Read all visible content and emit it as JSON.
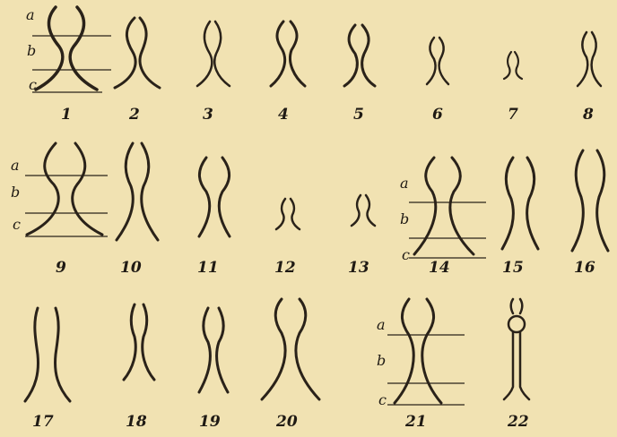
{
  "plate": {
    "background": "#f1e2b2",
    "ink": "#2a2219"
  },
  "figures": [
    {
      "number": "1",
      "letters": [
        "a",
        "b",
        "c"
      ]
    },
    {
      "number": "2"
    },
    {
      "number": "3"
    },
    {
      "number": "4"
    },
    {
      "number": "5"
    },
    {
      "number": "6"
    },
    {
      "number": "7"
    },
    {
      "number": "8"
    },
    {
      "number": "9",
      "letters": [
        "a",
        "b",
        "c"
      ]
    },
    {
      "number": "10"
    },
    {
      "number": "11"
    },
    {
      "number": "12"
    },
    {
      "number": "13"
    },
    {
      "number": "14",
      "letters": [
        "a",
        "b",
        "c"
      ]
    },
    {
      "number": "15"
    },
    {
      "number": "16"
    },
    {
      "number": "17"
    },
    {
      "number": "18"
    },
    {
      "number": "19"
    },
    {
      "number": "20"
    },
    {
      "number": "21",
      "letters": [
        "a",
        "b",
        "c"
      ]
    },
    {
      "number": "22"
    }
  ]
}
